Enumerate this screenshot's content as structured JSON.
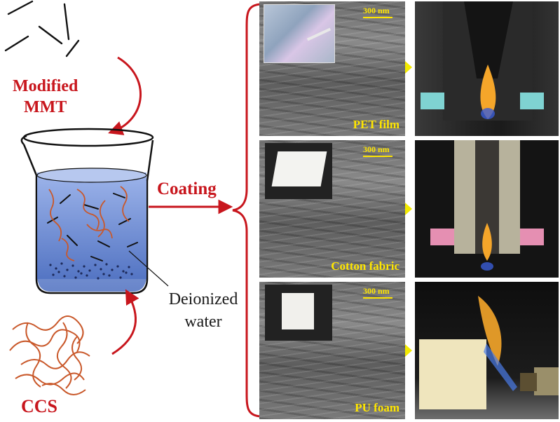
{
  "labels": {
    "modified": "Modified",
    "mmt": "MMT",
    "coating": "Coating",
    "deionized": "Deionized",
    "water": "water",
    "ccs": "CCS"
  },
  "rows": [
    {
      "sample": "PET film",
      "scale": "300 nm"
    },
    {
      "sample": "Cotton fabric",
      "scale": "300 nm"
    },
    {
      "sample": "PU foam",
      "scale": "300 nm"
    }
  ],
  "colors": {
    "red_accent": "#c8161d",
    "scale_yellow": "#ffe600",
    "arrow_yellow": "#f3ea00",
    "water_blue": "#6f8fd6",
    "fiber_orange": "#c9582a"
  },
  "icons": [
    "curved-arrow",
    "beaker-icon",
    "right-arrow",
    "brace",
    "clip-icon",
    "flame-icon"
  ]
}
